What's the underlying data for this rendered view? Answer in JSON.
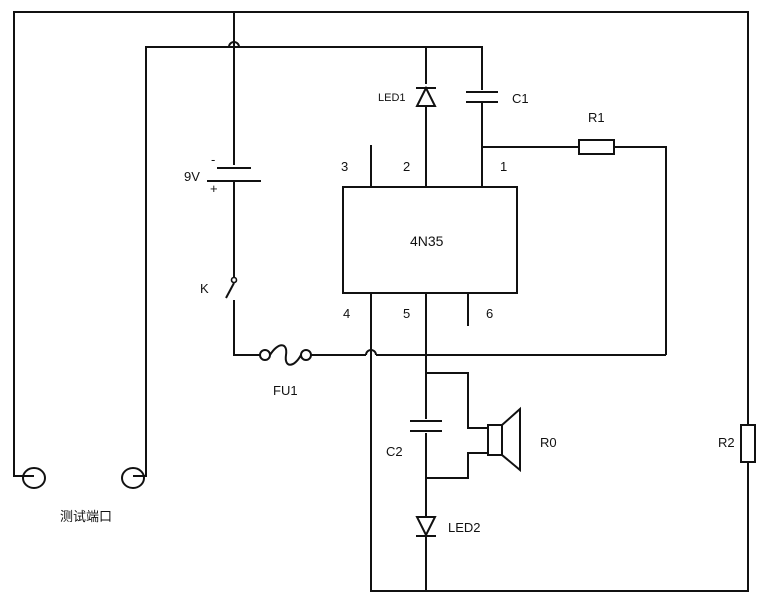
{
  "ic": {
    "name": "4N35",
    "pins": [
      "1",
      "2",
      "3",
      "4",
      "5",
      "6"
    ]
  },
  "components": {
    "led1": "LED1",
    "led2": "LED2",
    "c1": "C1",
    "c2": "C2",
    "r1": "R1",
    "r2": "R2",
    "r0": "R0",
    "battery": "9V",
    "switch": "K",
    "fuse": "FU1",
    "battery_minus": "-",
    "battery_plus": "+"
  },
  "test_port": "测试端口"
}
